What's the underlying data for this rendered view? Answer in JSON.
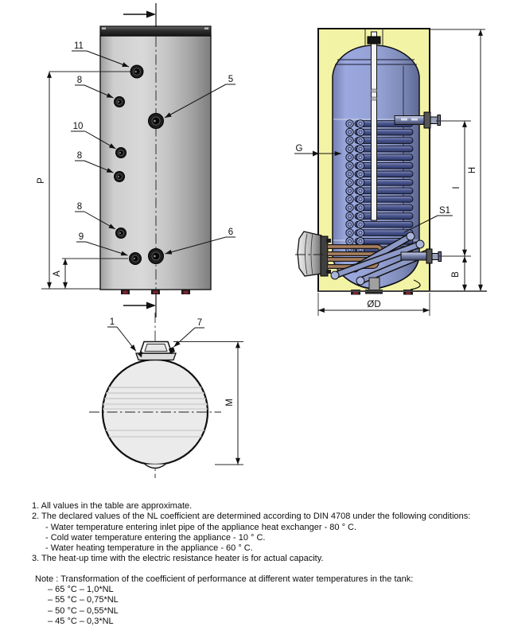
{
  "front_view": {
    "callouts": {
      "n11": "11",
      "n8a": "8",
      "n5": "5",
      "n10": "10",
      "n8b": "8",
      "n8c": "8",
      "n9": "9",
      "n6": "6"
    },
    "dimensions": {
      "p": "P",
      "a": "A"
    }
  },
  "section_view": {
    "labels": {
      "g": "G",
      "s1": "S1"
    },
    "dimensions": {
      "h": "H",
      "i": "I",
      "b": "B",
      "d": "ØD"
    }
  },
  "top_view": {
    "callouts": {
      "n1": "1",
      "n7": "7"
    },
    "dimensions": {
      "m": "M"
    }
  },
  "notes": {
    "line1": "1. All values in the table are approximate.",
    "line2": "2. The declared values of the NL coefficient are determined according to DIN 4708 under the following conditions:",
    "line2a": "- Water temperature entering inlet pipe of the appliance heat exchanger - 80 ° C.",
    "line2b": "- Cold water temperature entering the appliance - 10 ° C.",
    "line2c": "- Water heating temperature in the appliance - 60 ° C.",
    "line3": "3. The heat-up time with the electric resistance heater is for actual capacity.",
    "note_header": "Note : Transformation of the coefficient of performance at different water temperatures in the tank:",
    "note_items": [
      "– 65 °C – 1,0*NL",
      "– 55 °C – 0,75*NL",
      "– 50 °C – 0,55*NL",
      "– 45 °C – 0,3*NL"
    ]
  },
  "colors": {
    "insulation_yellow": "#f3f3a5",
    "tank_blue": "#93a0d2",
    "coil_blue": "#4a568c",
    "tank_steel_gray": "#c9c9c9",
    "heater_copper": "#a5795c",
    "outline": "#111111",
    "foot_maroon": "#7c2430"
  }
}
